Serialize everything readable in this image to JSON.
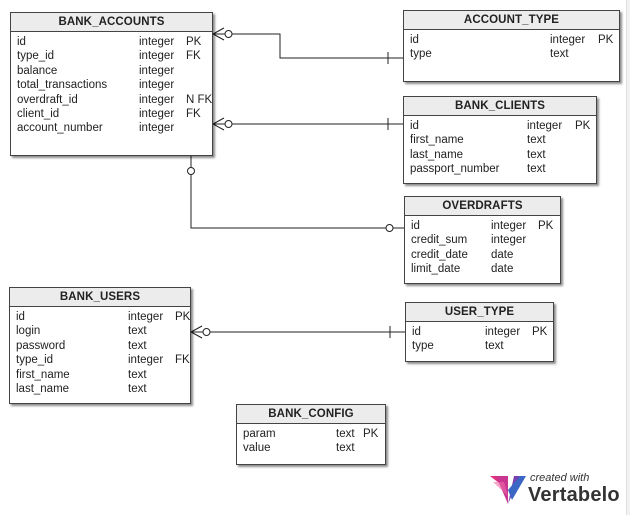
{
  "tables": {
    "bank_accounts": {
      "name": "BANK_ACCOUNTS",
      "columns": [
        {
          "name": "id",
          "type": "integer",
          "key": "PK"
        },
        {
          "name": "type_id",
          "type": "integer",
          "key": "FK"
        },
        {
          "name": "balance",
          "type": "integer",
          "key": ""
        },
        {
          "name": "total_transactions",
          "type": "integer",
          "key": ""
        },
        {
          "name": "overdraft_id",
          "type": "integer",
          "key": "N FK"
        },
        {
          "name": "client_id",
          "type": "integer",
          "key": "FK"
        },
        {
          "name": "account_number",
          "type": "integer",
          "key": ""
        }
      ]
    },
    "account_type": {
      "name": "ACCOUNT_TYPE",
      "columns": [
        {
          "name": "id",
          "type": "integer",
          "key": "PK"
        },
        {
          "name": "type",
          "type": "text",
          "key": ""
        }
      ]
    },
    "bank_clients": {
      "name": "BANK_CLIENTS",
      "columns": [
        {
          "name": "id",
          "type": "integer",
          "key": "PK"
        },
        {
          "name": "first_name",
          "type": "text",
          "key": ""
        },
        {
          "name": "last_name",
          "type": "text",
          "key": ""
        },
        {
          "name": "passport_number",
          "type": "text",
          "key": ""
        }
      ]
    },
    "overdrafts": {
      "name": "OVERDRAFTS",
      "columns": [
        {
          "name": "id",
          "type": "integer",
          "key": "PK"
        },
        {
          "name": "credit_sum",
          "type": "integer",
          "key": ""
        },
        {
          "name": "credit_date",
          "type": "date",
          "key": ""
        },
        {
          "name": "limit_date",
          "type": "date",
          "key": ""
        }
      ]
    },
    "bank_users": {
      "name": "BANK_USERS",
      "columns": [
        {
          "name": "id",
          "type": "integer",
          "key": "PK"
        },
        {
          "name": "login",
          "type": "text",
          "key": ""
        },
        {
          "name": "password",
          "type": "text",
          "key": ""
        },
        {
          "name": "type_id",
          "type": "integer",
          "key": "FK"
        },
        {
          "name": "first_name",
          "type": "text",
          "key": ""
        },
        {
          "name": "last_name",
          "type": "text",
          "key": ""
        }
      ]
    },
    "user_type": {
      "name": "USER_TYPE",
      "columns": [
        {
          "name": "id",
          "type": "integer",
          "key": "PK"
        },
        {
          "name": "type",
          "type": "text",
          "key": ""
        }
      ]
    },
    "bank_config": {
      "name": "BANK_CONFIG",
      "columns": [
        {
          "name": "param",
          "type": "text",
          "key": "PK"
        },
        {
          "name": "value",
          "type": "text",
          "key": ""
        }
      ]
    }
  },
  "branding": {
    "caption": "created with",
    "brand": "Vertabelo"
  },
  "colors": {
    "line": "#222222",
    "header_bg": "#ececec",
    "logo_pink": "#e0307f",
    "logo_purple": "#7a3fb0",
    "logo_blue": "#3a66c4"
  }
}
